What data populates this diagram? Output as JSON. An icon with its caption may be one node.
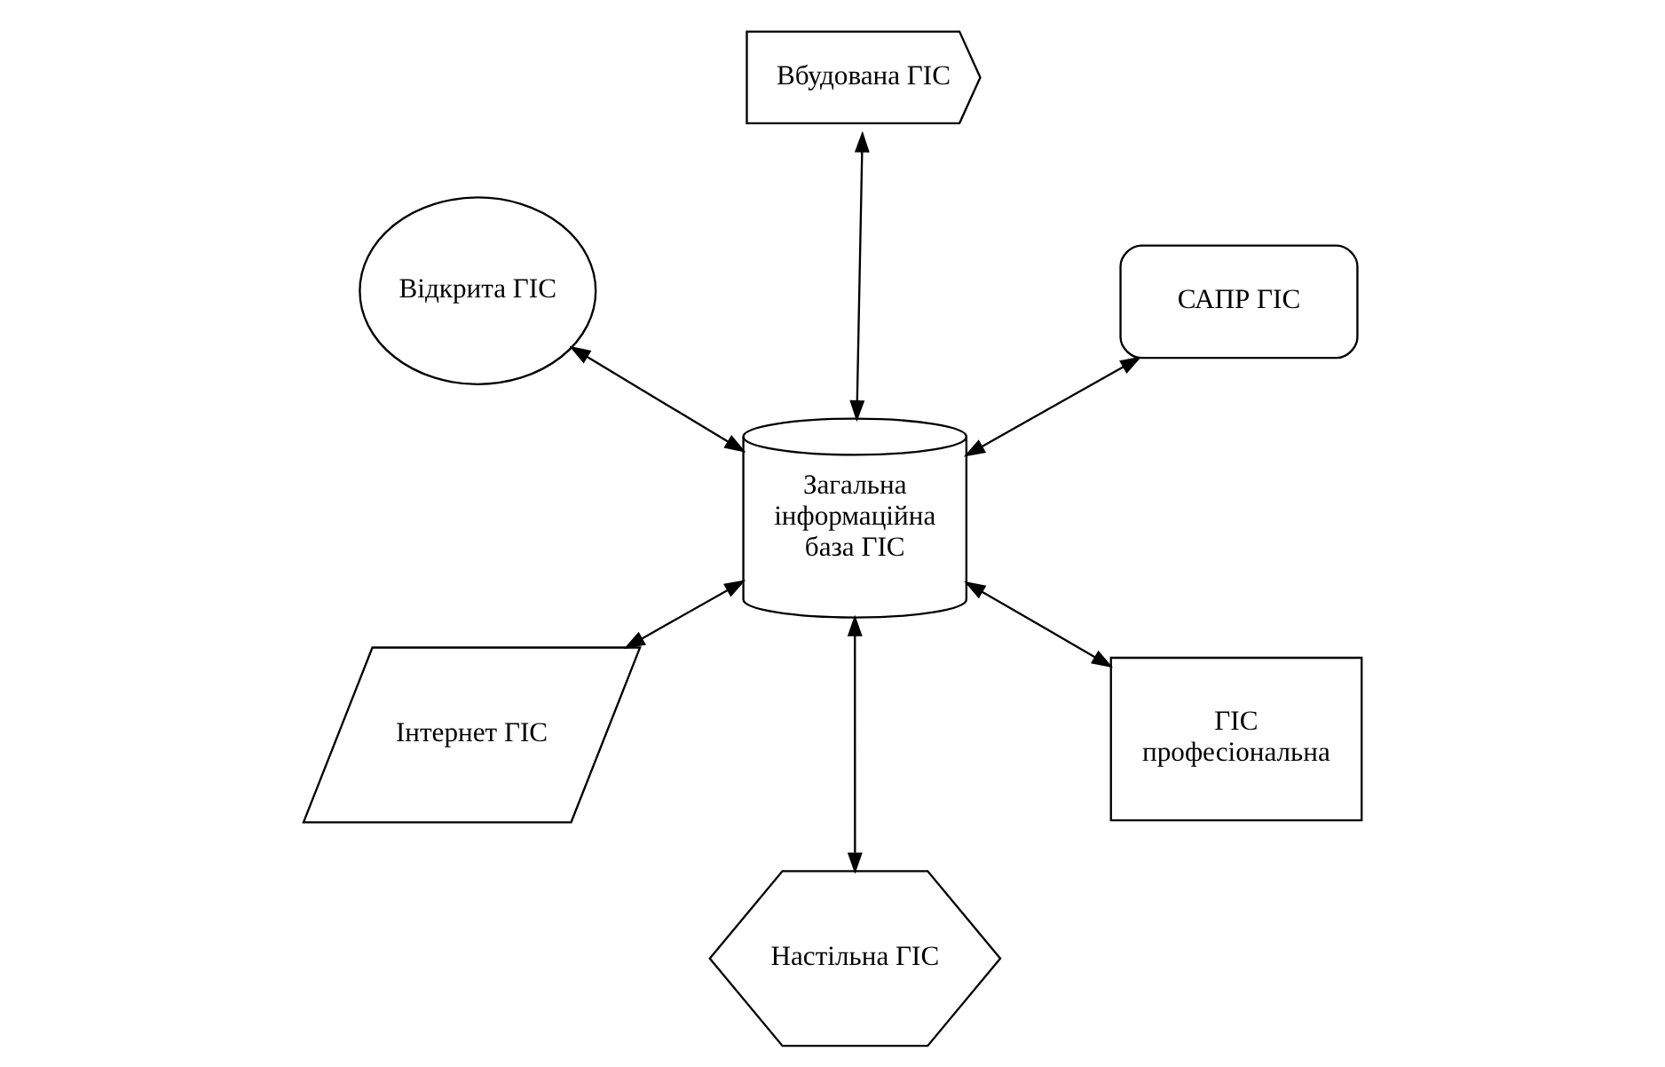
{
  "diagram": {
    "nodes": [
      {
        "text": [
          "Загальна інформаційна база ГІС"
        ]
      },
      {
        "text": [
          "ГІС професіональна"
        ]
      },
      {
        "text": [
          "Настільна ГІС"
        ]
      },
      {
        "text": [
          "Відкрита ГІС"
        ]
      },
      {
        "text": [
          "САПР ГІС"
        ]
      },
      {
        "text": [
          "Вбудована ГІС"
        ]
      },
      {
        "text": [
          "Інтернет ГІС"
        ]
      }
    ],
    "edges": [
      {
        "from": 0,
        "to": 1,
        "arrow": "both"
      },
      {
        "from": 0,
        "to": 2,
        "arrow": "both"
      },
      {
        "from": 0,
        "to": 3,
        "arrow": "both"
      },
      {
        "from": 0,
        "to": 4,
        "arrow": "both"
      },
      {
        "from": 0,
        "to": 5,
        "arrow": "both"
      },
      {
        "from": 0,
        "to": 6,
        "arrow": "both"
      }
    ]
  }
}
